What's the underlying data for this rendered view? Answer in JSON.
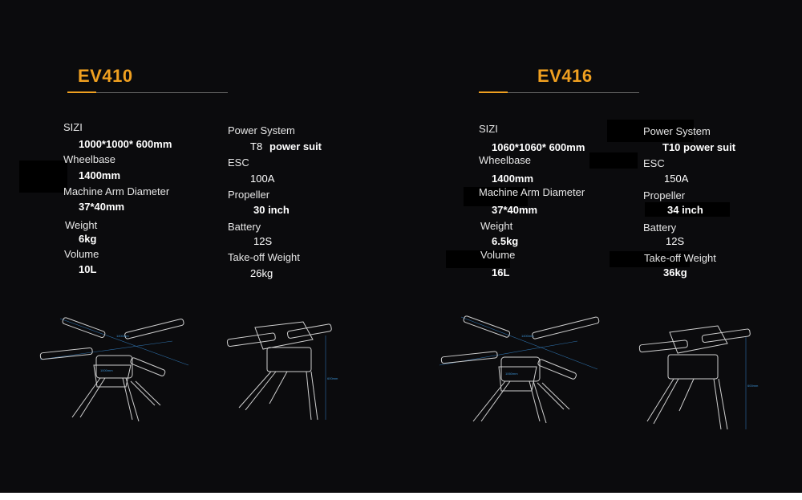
{
  "models": [
    {
      "name": "EV410",
      "specs": {
        "sizi_label": "SIZI",
        "sizi_value": "1000*1000* 600mm",
        "wheelbase_label": "Wheelbase",
        "wheelbase_value": "1400mm",
        "arm_label": "Machine Arm Diameter",
        "arm_value": "37*40mm",
        "weight_label": "Weight",
        "weight_value": "6kg",
        "volume_label": "Volume",
        "volume_value": "10L",
        "power_label": "Power System",
        "power_value_prefix": "T8",
        "power_value_suffix": "power suit",
        "esc_label": "ESC",
        "esc_value": "100A",
        "propeller_label": "Propeller",
        "propeller_value": "30 inch",
        "battery_label": "Battery",
        "battery_value": "12S",
        "takeoff_label": "Take-off Weight",
        "takeoff_value": "26kg"
      }
    },
    {
      "name": "EV416",
      "specs": {
        "sizi_label": "SIZI",
        "sizi_value": "1060*1060* 600mm",
        "wheelbase_label": "Wheelbase",
        "wheelbase_value": "1400mm",
        "arm_label": "Machine Arm Diameter",
        "arm_value": "37*40mm",
        "weight_label": "Weight",
        "weight_value": "6.5kg",
        "volume_label": "Volume",
        "volume_value": "16L",
        "power_label": "Power System",
        "power_value": "T10 power suit",
        "esc_label": "ESC",
        "esc_value": "150A",
        "propeller_label": "Propeller",
        "propeller_value": "34 inch",
        "battery_label": "Battery",
        "battery_value": "12S",
        "takeoff_label": "Take-off Weight",
        "takeoff_value": "36kg"
      }
    }
  ],
  "colors": {
    "accent": "#f0a020",
    "background": "#0b0b0d",
    "text": "#e6e6e6",
    "dimension": "#3a8fd0"
  }
}
